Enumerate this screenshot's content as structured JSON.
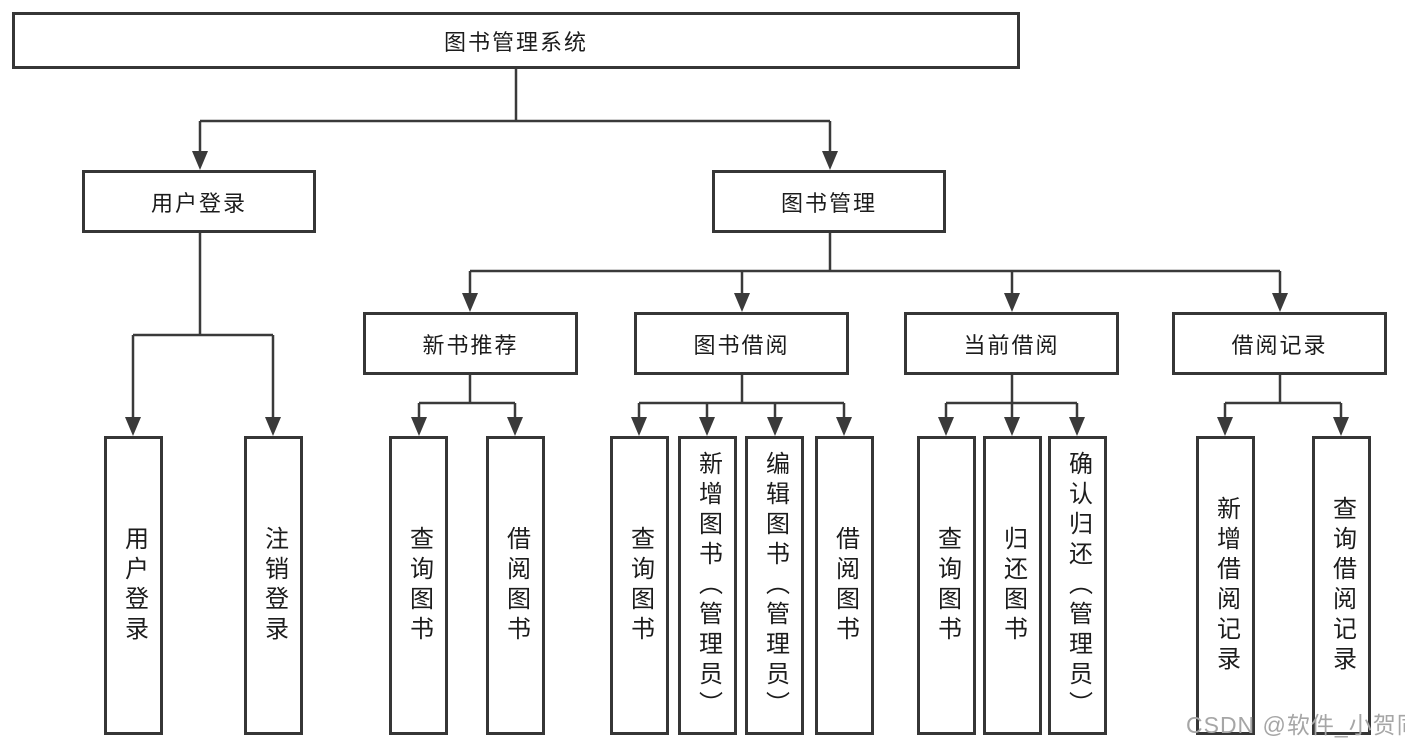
{
  "diagram": {
    "root": {
      "label": "图书管理系统"
    },
    "level2": [
      {
        "label": "用户登录"
      },
      {
        "label": "图书管理"
      }
    ],
    "level3": [
      {
        "label": "新书推荐"
      },
      {
        "label": "图书借阅"
      },
      {
        "label": "当前借阅"
      },
      {
        "label": "借阅记录"
      }
    ],
    "leaves": {
      "user_login": [
        "用户登录",
        "注销登录"
      ],
      "new_book_recommend": [
        "查询图书",
        "借阅图书"
      ],
      "book_borrow": [
        "查询图书",
        "新增图书（管理员）",
        "编辑图书（管理员）",
        "借阅图书"
      ],
      "current_borrow": [
        "查询图书",
        "归还图书",
        "确认归还（管理员）"
      ],
      "borrow_record": [
        "新增借阅记录",
        "查询借阅记录"
      ]
    }
  },
  "watermark": {
    "text": "CSDN @软件_小贺同学"
  },
  "colors": {
    "line": "#3a3a3a",
    "box_border": "#363636",
    "text": "#1c1c1c",
    "watermark": "#a6a6a6",
    "background": "#ffffff"
  }
}
